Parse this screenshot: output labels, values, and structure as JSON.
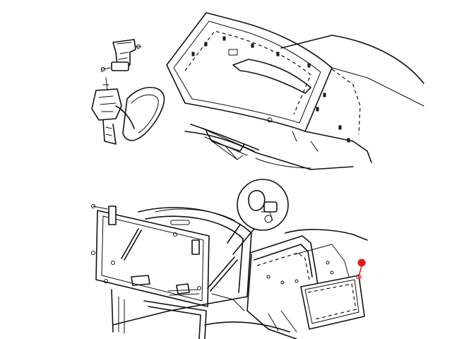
{
  "diagram": {
    "views": [
      "windshield-assembly",
      "liftgate-glass-assembly",
      "side-window-glass"
    ],
    "callouts": [
      {
        "name": "side-window-glass-marker",
        "color": "#e01b1b",
        "label": ""
      }
    ],
    "colors": {
      "line": "#111111",
      "background": "#ffffff",
      "marker": "#e01b1b"
    }
  }
}
